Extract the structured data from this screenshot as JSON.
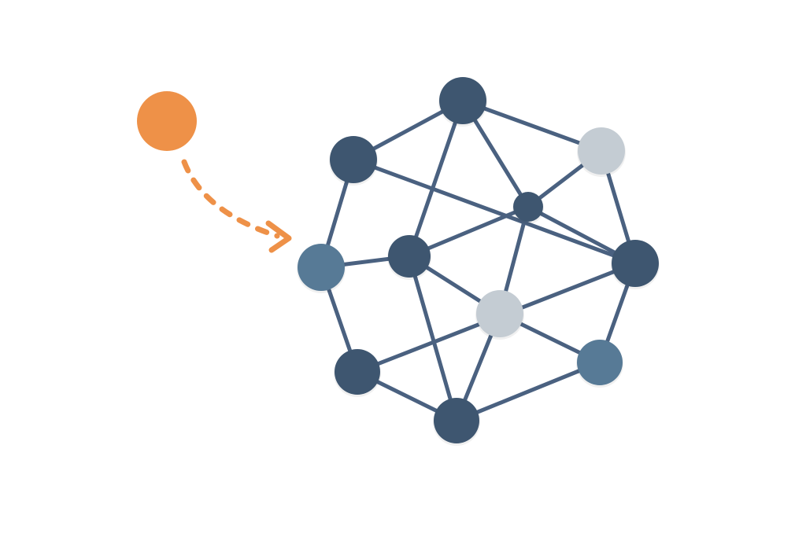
{
  "diagram": {
    "colors": {
      "background": "#ffffff",
      "edge": "#4a6180",
      "accent": "#ee9148",
      "dark_node": "#3e5670",
      "mid_node": "#577a96",
      "light_node": "#c4ccd3"
    },
    "incoming_node": {
      "id": "new-node",
      "color": "accent"
    },
    "incoming_arrow": {
      "style": "dashed",
      "color": "accent",
      "target": "n-left"
    },
    "nodes": [
      {
        "id": "n-top",
        "color": "dark_node"
      },
      {
        "id": "n-upper-left",
        "color": "dark_node"
      },
      {
        "id": "n-upper-right",
        "color": "light_node"
      },
      {
        "id": "n-center",
        "color": "dark_node"
      },
      {
        "id": "n-left",
        "color": "mid_node"
      },
      {
        "id": "n-inner-left",
        "color": "dark_node"
      },
      {
        "id": "n-right",
        "color": "dark_node"
      },
      {
        "id": "n-inner-lower",
        "color": "light_node"
      },
      {
        "id": "n-lower-left",
        "color": "dark_node"
      },
      {
        "id": "n-lower-right",
        "color": "mid_node"
      },
      {
        "id": "n-bottom",
        "color": "dark_node"
      }
    ],
    "edges": [
      [
        "n-top",
        "n-upper-left"
      ],
      [
        "n-top",
        "n-upper-right"
      ],
      [
        "n-top",
        "n-inner-left"
      ],
      [
        "n-top",
        "n-center"
      ],
      [
        "n-upper-left",
        "n-left"
      ],
      [
        "n-upper-left",
        "n-right"
      ],
      [
        "n-upper-right",
        "n-center"
      ],
      [
        "n-upper-right",
        "n-right"
      ],
      [
        "n-center",
        "n-inner-left"
      ],
      [
        "n-center",
        "n-right"
      ],
      [
        "n-center",
        "n-inner-lower"
      ],
      [
        "n-left",
        "n-inner-left"
      ],
      [
        "n-left",
        "n-lower-left"
      ],
      [
        "n-inner-left",
        "n-inner-lower"
      ],
      [
        "n-inner-left",
        "n-bottom"
      ],
      [
        "n-right",
        "n-lower-left"
      ],
      [
        "n-right",
        "n-lower-right"
      ],
      [
        "n-inner-lower",
        "n-lower-right"
      ],
      [
        "n-inner-lower",
        "n-bottom"
      ],
      [
        "n-lower-left",
        "n-bottom"
      ],
      [
        "n-lower-right",
        "n-bottom"
      ]
    ]
  }
}
